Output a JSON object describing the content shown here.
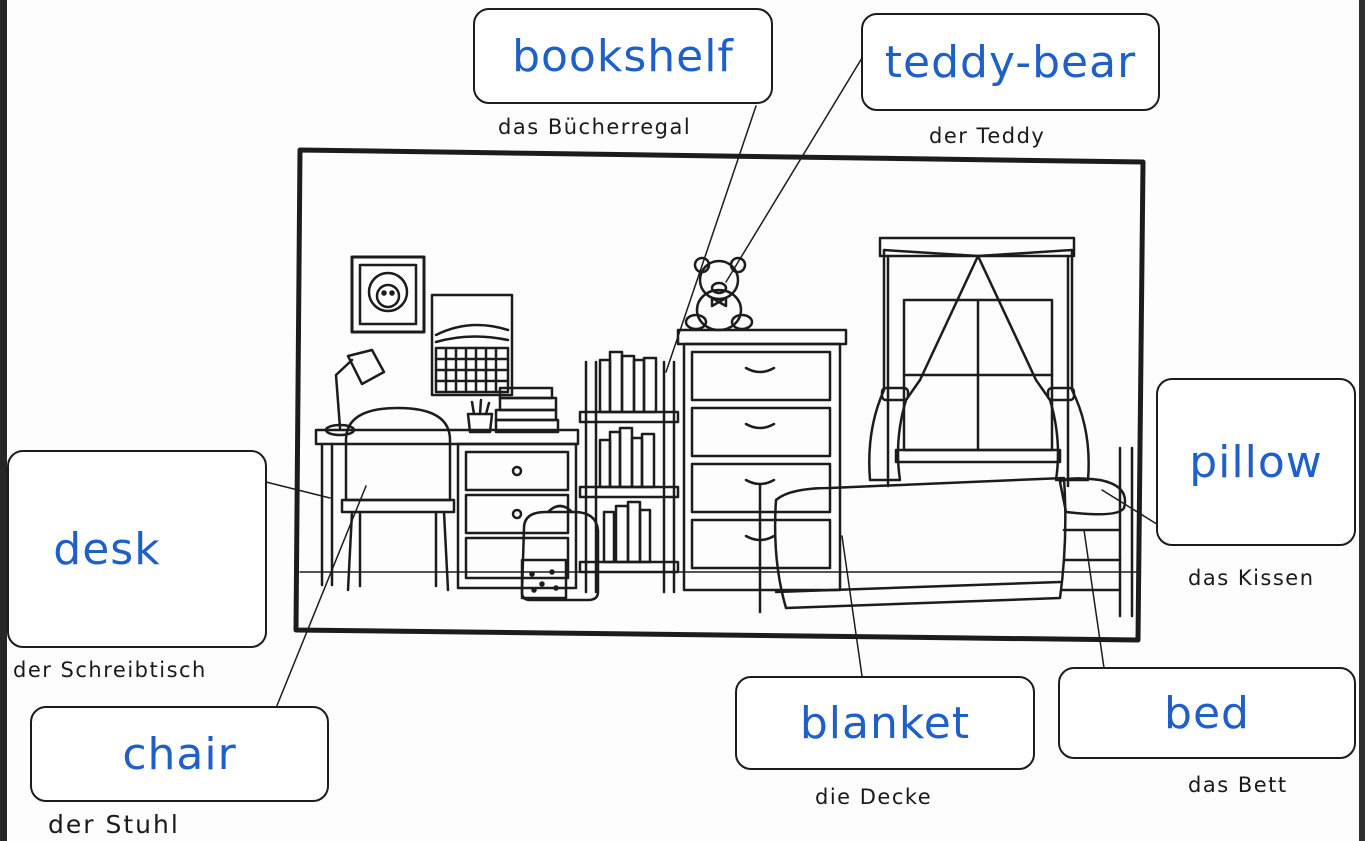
{
  "labels": {
    "bookshelf": {
      "en": "bookshelf",
      "de": "das Bücherregal"
    },
    "teddy_bear": {
      "en": "teddy-bear",
      "de": "der Teddy"
    },
    "desk": {
      "en": "desk",
      "de": "der Schreibtisch"
    },
    "chair": {
      "en": "chair",
      "de": "der Stuhl"
    },
    "pillow": {
      "en": "pillow",
      "de": "das Kissen"
    },
    "blanket": {
      "en": "blanket",
      "de": "die Decke"
    },
    "bed": {
      "en": "bed",
      "de": "das Bett"
    }
  },
  "colors": {
    "handwriting": "#1f5fc9",
    "ink": "#1c1c1c"
  }
}
